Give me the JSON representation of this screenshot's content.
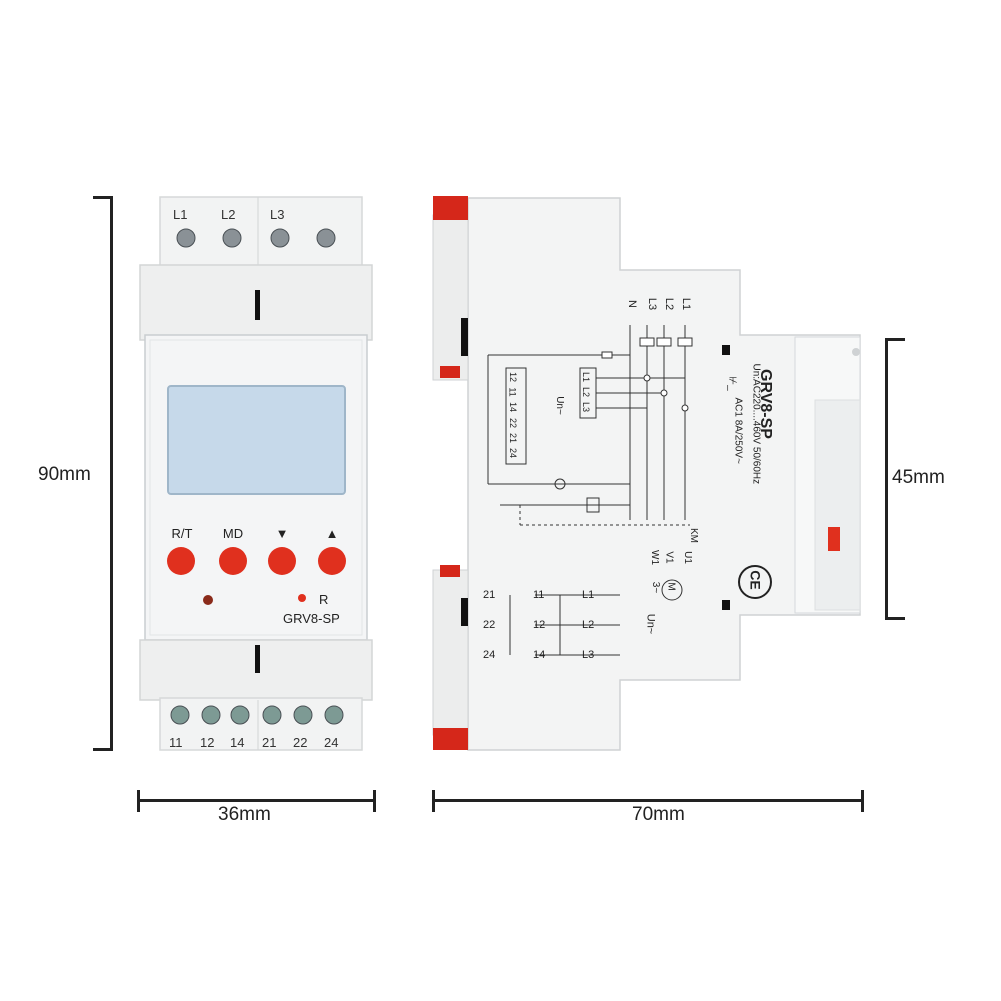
{
  "front": {
    "top_terminals": [
      "L1",
      "L2",
      "L3"
    ],
    "bottom_terminals": [
      "11",
      "12",
      "14",
      "21",
      "22",
      "24"
    ],
    "buttons": [
      "R/T",
      "MD",
      "▼",
      "▲"
    ],
    "led_label": "R",
    "model": "GRV8-SP"
  },
  "side": {
    "model": "GRV8-SP",
    "spec_voltage": "Un:AC220....460V 50/60Hz",
    "spec_contact": "AC1 8A/250V~",
    "spec_contact_prefix": "⊬_",
    "top_labels": [
      "N",
      "L3",
      "L2",
      "L1"
    ],
    "block_left": [
      "12",
      "11",
      "14",
      "22",
      "21",
      "24"
    ],
    "block_right": [
      "L1",
      "L2",
      "L3"
    ],
    "un_label": "Un~",
    "km_label": "KM",
    "motor_labels": [
      "U1",
      "V1",
      "W1"
    ],
    "motor_symbol": "M",
    "motor_phase": "3~",
    "schematic_left": [
      "21",
      "22",
      "24"
    ],
    "schematic_mid": [
      "11",
      "12",
      "14"
    ],
    "schematic_right": [
      "L1",
      "L2",
      "L3"
    ],
    "schematic_un": "Un~",
    "ce_mark": "CE"
  },
  "dimensions": {
    "height_front": "90mm",
    "width_front": "36mm",
    "depth_side": "70mm",
    "height_side": "45mm"
  },
  "colors": {
    "accent_red": "#e0301e",
    "device_white": "#f1f2f2",
    "screen": "#c6d9ea"
  }
}
